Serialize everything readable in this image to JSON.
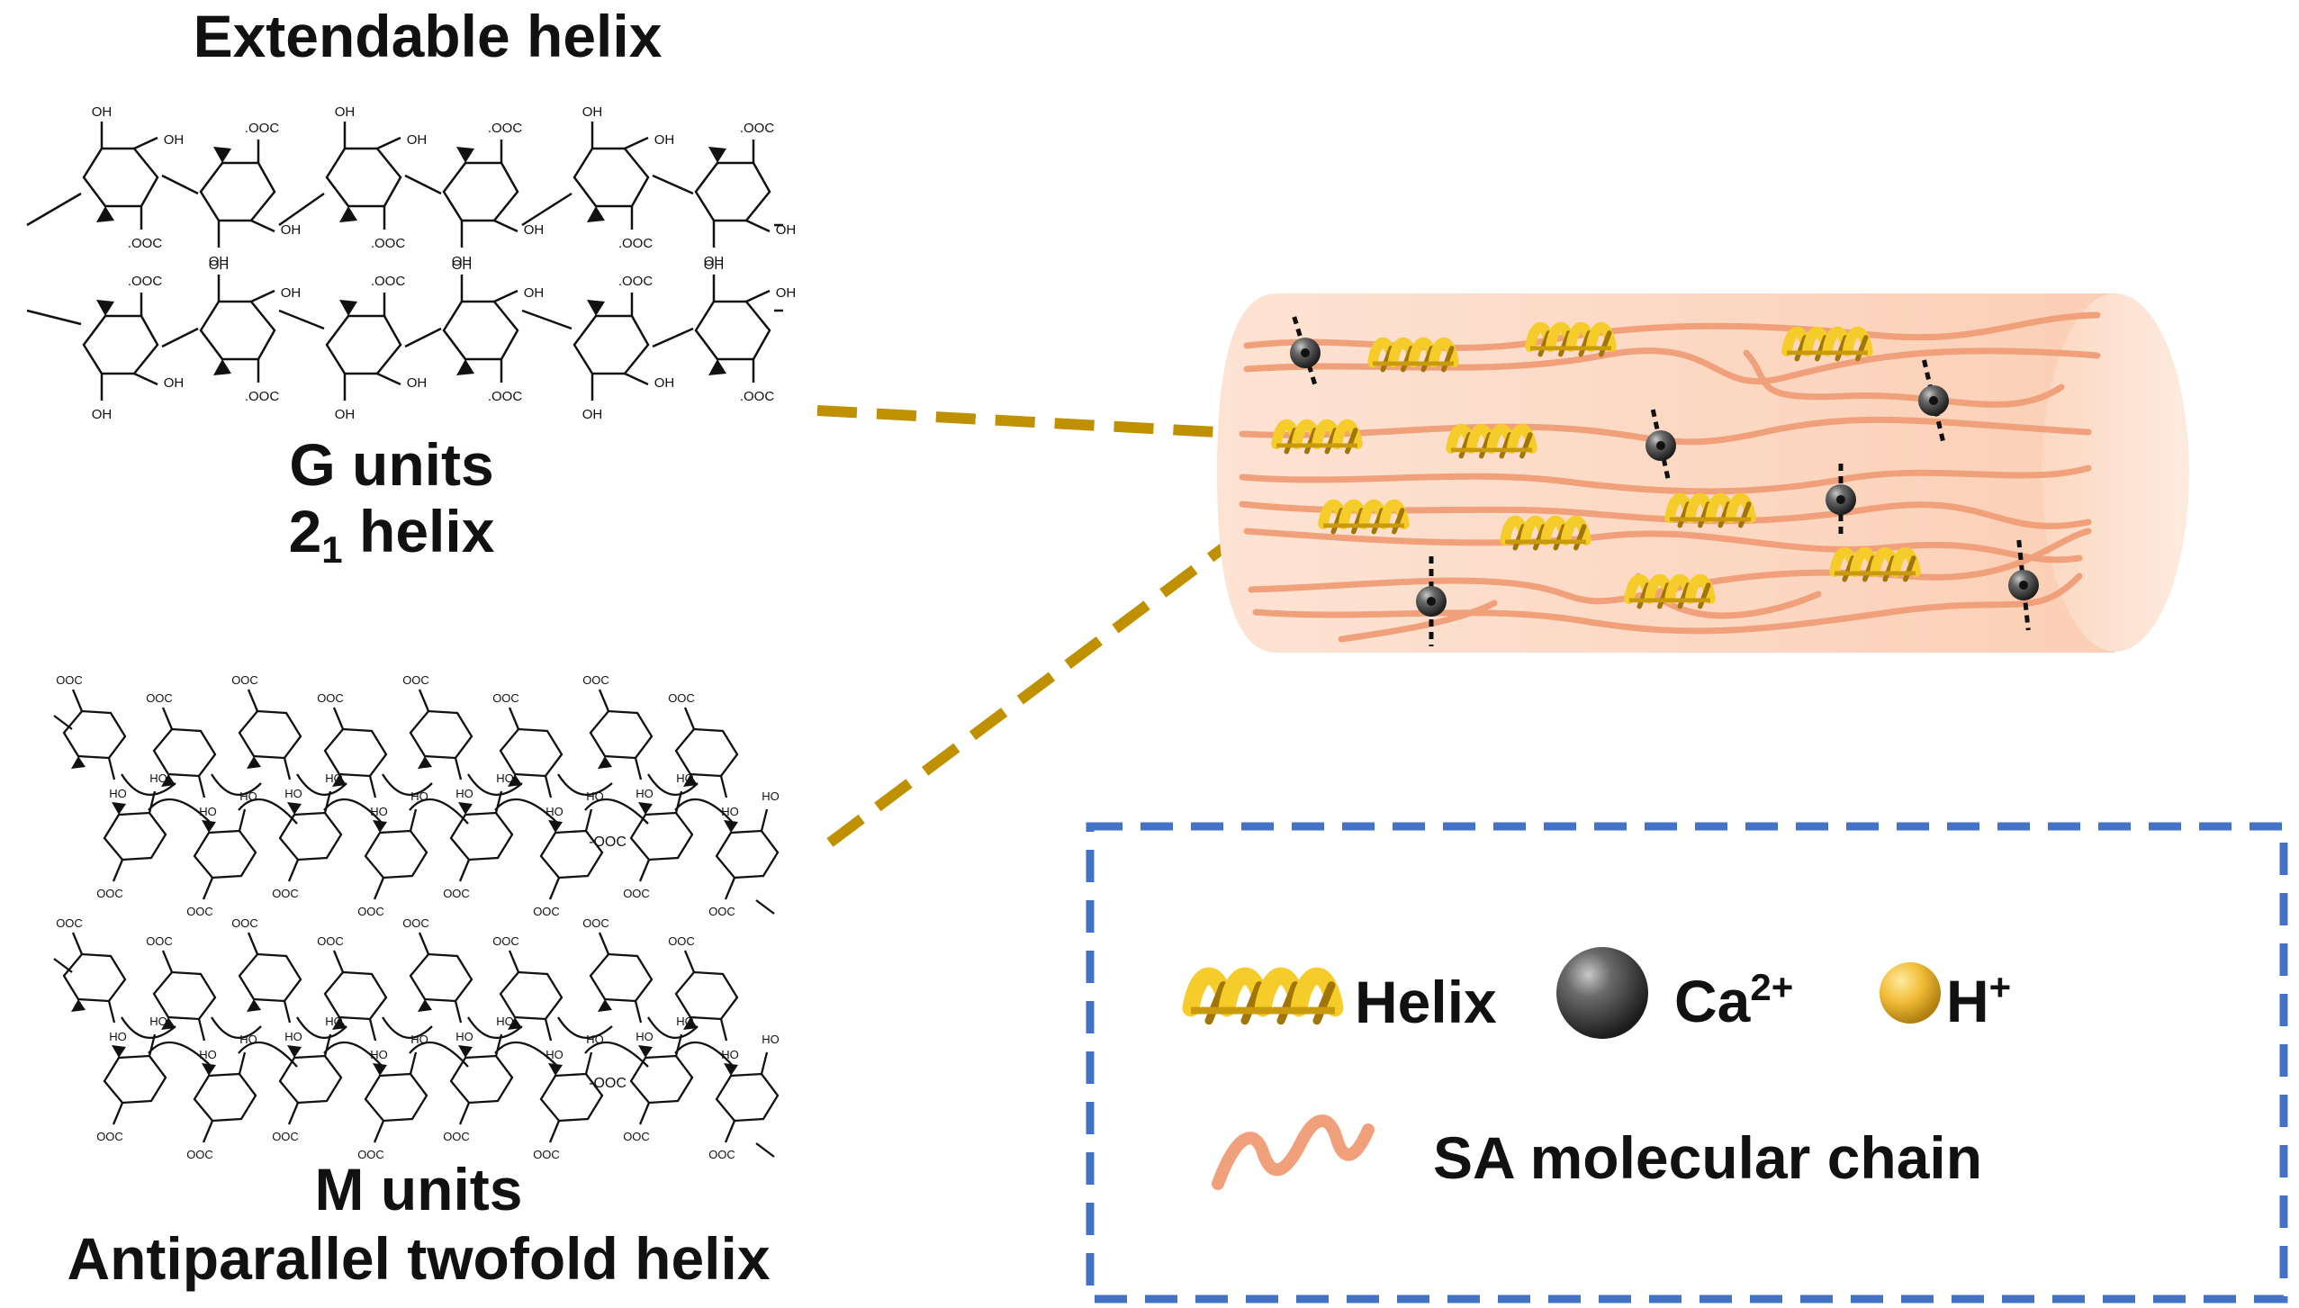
{
  "left": {
    "title": "Extendable helix",
    "g_units_label": "G units",
    "g_helix_number": "2",
    "g_helix_subscript": "1",
    "g_helix_word": "helix",
    "m_units_label": "M units",
    "m_helix_label": "Antiparallel twofold helix"
  },
  "chem_labels": {
    "hydroxyl": "OH",
    "hydroxyl_rev": "HO",
    "carboxylate": ".OOC",
    "carboxylate_alt": "OOC",
    "carboxylate_bold": "-OOC"
  },
  "legend": {
    "helix": "Helix",
    "calcium": "Ca",
    "calcium_charge": "2+",
    "hydrogen": "H",
    "hydrogen_charge": "+",
    "chain": "SA molecular chain"
  },
  "colors": {
    "gold": "#c99a0c",
    "gold_light": "#f5cc2a",
    "fiber_fill": "#fcd9c4",
    "chain": "#f0a07a",
    "legend_border": "#4472c4",
    "dash_line": "#bf9000",
    "ion_dark": "#3b3b3b"
  }
}
